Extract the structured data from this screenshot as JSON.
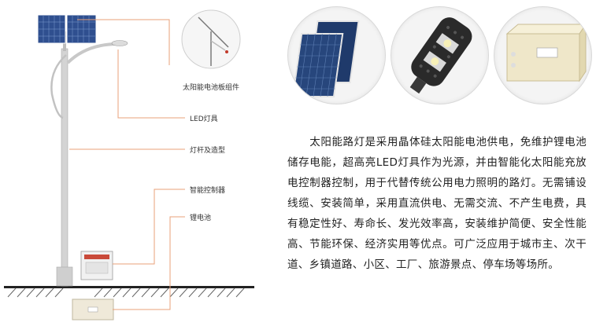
{
  "callouts": {
    "panel_assembly": "太阳能电池板组件",
    "led_lamp": "LED灯具",
    "pole": "灯杆及造型",
    "controller": "智能控制器",
    "battery": "锂电池"
  },
  "description": "太阳能路灯是采用晶体硅太阳能电池供电，免维护锂电池储存电能，超高亮LED灯具作为光源，并由智能化太阳能充放电控制器控制，用于代替传统公用电力照明的路灯。无需铺设线缆、安装简单，采用直流供电、无需交流、不产生电费，具有稳定性好、寿命长、发光效率高，安装维护简便、安全性能高、节能环保、经济实用等优点。可广泛应用于城市主、次干道、乡镇道路、小区、工厂、旅游景点、停车场等场所。",
  "colors": {
    "leader_line": "#e8a07a",
    "panel_blue": "#2f4f8f",
    "pole_grey": "#c9c9c9"
  }
}
